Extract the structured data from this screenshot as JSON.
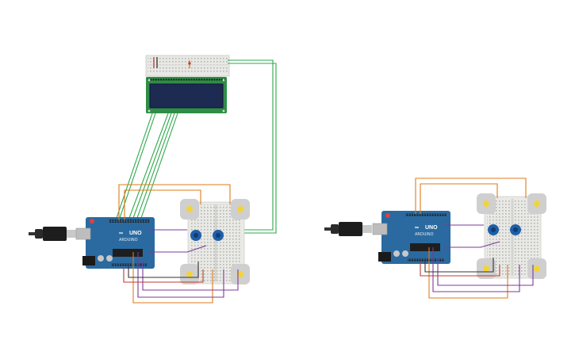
{
  "colors": {
    "board": "#2a6aa0",
    "board_dark": "#1f5786",
    "breadboard": "#e9e9e6",
    "lcd_pcb": "#2f8e46",
    "lcd_screen": "#1d2a52",
    "wire_green": "#2ea84a",
    "wire_orange": "#e07b1a",
    "wire_purple": "#7c3a9a",
    "wire_red": "#c0392b",
    "wire_black": "#333333",
    "pot_blue": "#1f5fa8",
    "motor_grey": "#cfcfcf",
    "motor_yellow": "#f2d43a"
  },
  "circuits": [
    {
      "id": "left",
      "components": [
        "usb-cable",
        "arduino-uno",
        "breadboard",
        "lcd-16x2",
        "potentiometer",
        "potentiometer",
        "dc-motor",
        "dc-motor",
        "dc-motor",
        "dc-motor"
      ],
      "arduino_label": "UNO"
    },
    {
      "id": "right",
      "components": [
        "usb-cable",
        "arduino-uno",
        "breadboard",
        "potentiometer",
        "potentiometer",
        "dc-motor",
        "dc-motor",
        "dc-motor",
        "dc-motor"
      ],
      "arduino_label": "UNO"
    }
  ]
}
